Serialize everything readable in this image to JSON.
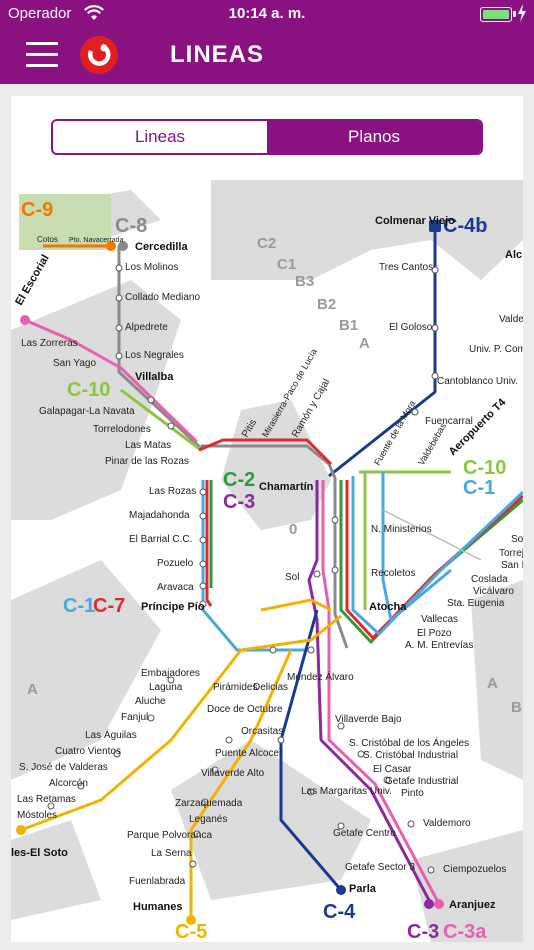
{
  "status": {
    "carrier": "Operador",
    "time": "10:14 a. m."
  },
  "header": {
    "title": "LINEAS"
  },
  "tabs": [
    {
      "label": "Lineas",
      "active": true
    },
    {
      "label": "Planos",
      "active": false
    }
  ],
  "colors": {
    "brand": "#8a1280",
    "c1": "#4aa8e0",
    "c2": "#2d9a3e",
    "c3": "#8a2a9e",
    "c4": "#1a3a8e",
    "c5": "#f2b300",
    "c7": "#e0282e",
    "c8": "#8a8a8a",
    "c9": "#f07800",
    "c10": "#8cc63f"
  },
  "map": {
    "zones": [
      "C2",
      "C1",
      "B3",
      "B2",
      "B1",
      "A",
      "0",
      "A",
      "A",
      "B"
    ],
    "line_labels": [
      "C-9",
      "C-8",
      "C-4b",
      "C-10",
      "C-2",
      "C-3",
      "C-10",
      "C-1",
      "C-1",
      "C-7",
      "C-5",
      "C-4",
      "C-3",
      "C-3a"
    ],
    "stations": [
      "Cotos",
      "Pto. Navacerrada",
      "Cercedilla",
      "Los Molinos",
      "Collado Mediano",
      "Alpedrete",
      "Los Negrales",
      "Villalba",
      "El Escorial",
      "Las Zorreras",
      "San Yago",
      "Galapagar-La Navata",
      "Torrelodones",
      "Las Matas",
      "Pinar de las Rozas",
      "Las Rozas",
      "Majadahonda",
      "El Barrial C.C.",
      "Pozuelo",
      "Aravaca",
      "Príncipe Pío",
      "Pitis",
      "Mirasierra-Paco de Lucía",
      "Ramón y Cajal",
      "Chamartín",
      "Fuente de la Mora",
      "Valdebebas",
      "Aeropuerto T4",
      "Colmenar Viejo",
      "Tres Cantos",
      "El Goloso",
      "Cantoblanco Univ.",
      "Univ. P. Com",
      "Valde",
      "Alc de",
      "Fuencarral",
      "N. Ministerios",
      "Sol",
      "Recoletos",
      "Atocha",
      "Sta. Eugenia",
      "Vallecas",
      "El Pozo",
      "A. M. Entrevías",
      "Coslada",
      "Vicálvaro",
      "San Fern",
      "Torrej",
      "Sot",
      "Pirámides",
      "Delicias",
      "Méndez Álvaro",
      "Embajadores",
      "Laguna",
      "Aluche",
      "Fanjul",
      "Las Águilas",
      "Cuatro Vientos",
      "S. José de Valderas",
      "Alcorcón",
      "Las Retamas",
      "Móstoles",
      "les-El Soto",
      "Doce de Octubre",
      "Orcasitas",
      "Puente Alcocer",
      "Villaverde Alto",
      "Villaverde Bajo",
      "S. Cristóbal de los Ángeles",
      "S. Cristóbal Industrial",
      "El Casar",
      "Getafe Industrial",
      "Pinto",
      "Valdemoro",
      "Ciempozuelos",
      "Aranjuez",
      "Zarzaquemada",
      "Leganés",
      "Parque Polvoranca",
      "La Serna",
      "Fuenlabrada",
      "Humanes",
      "Las Margaritas Univ.",
      "Getafe Centro",
      "Getafe Sector 3",
      "Parla"
    ]
  }
}
